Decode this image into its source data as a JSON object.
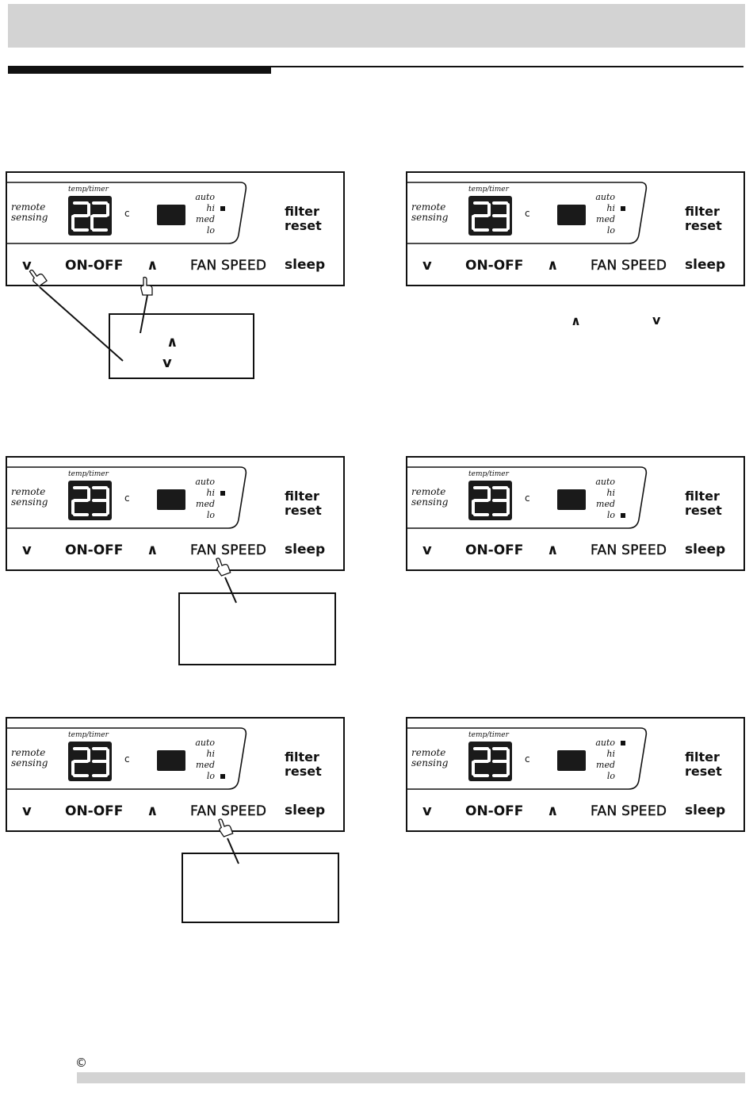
{
  "panel_labels": {
    "remote": "remote\nsensing",
    "temp_timer": "temp/timer",
    "unit": "c",
    "speed_auto": "auto",
    "speed_hi": "hi",
    "speed_med": "med",
    "speed_lo": "lo",
    "filter": "filter\nreset",
    "down": "v",
    "onoff": "ON-OFF",
    "up": "∧",
    "fan": "FAN SPEED",
    "sleep": "sleep"
  },
  "panels": [
    {
      "id": "p1",
      "display": "22",
      "indicator": "hi"
    },
    {
      "id": "p2",
      "display": "23",
      "indicator": "hi"
    },
    {
      "id": "p3",
      "display": "23",
      "indicator": "hi"
    },
    {
      "id": "p4",
      "display": "23",
      "indicator": "lo"
    },
    {
      "id": "p5",
      "display": "23",
      "indicator": "lo"
    },
    {
      "id": "p6",
      "display": "23",
      "indicator": "auto"
    }
  ],
  "instructions": {
    "callout1_up": "∧",
    "callout1_down": "v",
    "note_up": "∧",
    "note_down": "v"
  },
  "footer": {
    "copyright": "©"
  }
}
